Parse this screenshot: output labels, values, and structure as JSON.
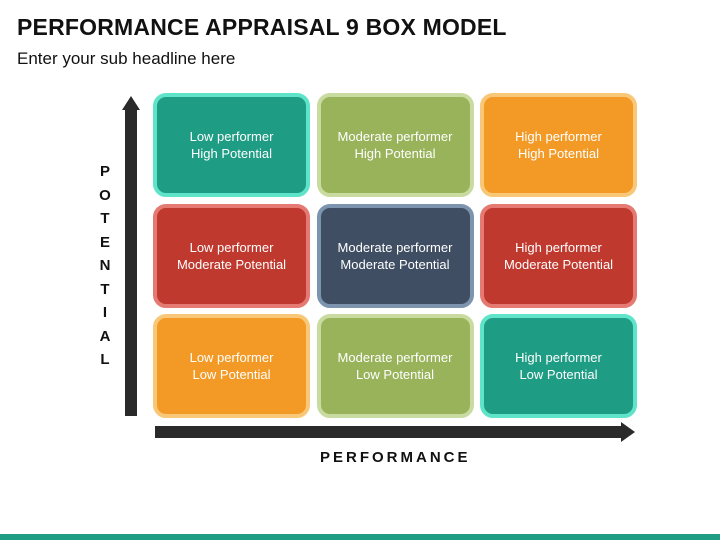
{
  "title": "PERFORMANCE APPRAISAL 9 BOX MODEL",
  "subtitle": "Enter your sub headline here",
  "axes": {
    "y_label_letters": [
      "P",
      "O",
      "T",
      "E",
      "N",
      "T",
      "I",
      "A",
      "L"
    ],
    "x_label": "PERFORMANCE"
  },
  "colors": {
    "teal": "#1f9c84",
    "green": "#98b35a",
    "orange": "#f39a26",
    "red": "#c0392f",
    "navy": "#3f4e63",
    "axis": "#2a2a2a"
  },
  "grid": {
    "rows": [
      [
        {
          "line1": "Low performer",
          "line2": "High Potential",
          "color": "teal"
        },
        {
          "line1": "Moderate performer",
          "line2": "High Potential",
          "color": "green"
        },
        {
          "line1": "High performer",
          "line2": "High Potential",
          "color": "orange"
        }
      ],
      [
        {
          "line1": "Low performer",
          "line2": "Moderate Potential",
          "color": "red"
        },
        {
          "line1": "Moderate performer",
          "line2": "Moderate Potential",
          "color": "navy"
        },
        {
          "line1": "High performer",
          "line2": "Moderate Potential",
          "color": "red"
        }
      ],
      [
        {
          "line1": "Low performer",
          "line2": "Low Potential",
          "color": "orange"
        },
        {
          "line1": "Moderate performer",
          "line2": "Low Potential",
          "color": "green"
        },
        {
          "line1": "High performer",
          "line2": "Low Potential",
          "color": "teal"
        }
      ]
    ]
  }
}
